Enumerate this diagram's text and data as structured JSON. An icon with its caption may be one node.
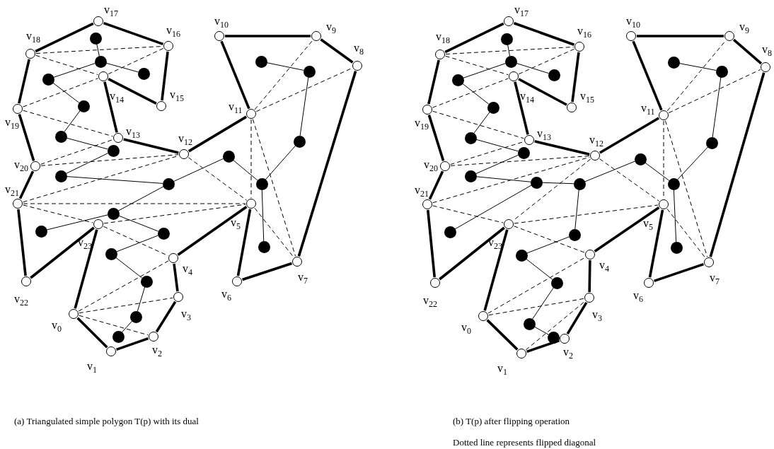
{
  "diagram": {
    "nodes": [
      {
        "text": [
          "v$_{0}$"
        ]
      },
      {
        "text": [
          "v$_{1}$"
        ]
      },
      {
        "text": [
          "v$_{2}$"
        ]
      },
      {
        "text": [
          "v$_{3}$"
        ]
      },
      {
        "text": [
          "v$_{4}$"
        ]
      },
      {
        "text": [
          "v$_{5}$"
        ]
      },
      {
        "text": [
          "v$_{6}$"
        ]
      },
      {
        "text": [
          "v$_{7}$"
        ]
      },
      {
        "text": [
          "v$_{8}$"
        ]
      },
      {
        "text": [
          "v$_{9}$"
        ]
      },
      {
        "text": [
          "v$_{10}$"
        ]
      },
      {
        "text": [
          "v$_{11}$"
        ]
      },
      {
        "text": [
          "v$_{12}$"
        ]
      },
      {
        "text": [
          "v$_{13}$"
        ]
      },
      {
        "text": [
          "v$_{14}$"
        ]
      },
      {
        "text": [
          "v$_{15}$"
        ]
      },
      {
        "text": [
          "v$_{16}$"
        ]
      },
      {
        "text": [
          "v$_{17}$"
        ]
      },
      {
        "text": [
          "v$_{18}$"
        ]
      },
      {
        "text": [
          "v$_{19}$"
        ]
      },
      {
        "text": [
          "v$_{20}$"
        ]
      },
      {
        "text": [
          "v$_{21}$"
        ]
      },
      {
        "text": [
          "v$_{22}$"
        ]
      },
      {
        "text": [
          "v$_{23}$"
        ]
      },
      {
        "text": [],
        "shape": "circle"
      },
      {
        "text": [],
        "shape": "circle"
      },
      {
        "text": [],
        "shape": "circle"
      },
      {
        "text": [],
        "shape": "circle"
      },
      {
        "text": [],
        "shape": "circle"
      },
      {
        "text": [],
        "shape": "circle"
      },
      {
        "text": [],
        "shape": "circle"
      },
      {
        "text": [],
        "shape": "circle"
      },
      {
        "text": [],
        "shape": "circle"
      },
      {
        "text": [],
        "shape": "circle"
      },
      {
        "text": [],
        "shape": "circle"
      },
      {
        "text": [],
        "shape": "circle"
      },
      {
        "text": [],
        "shape": "circle"
      },
      {
        "text": [],
        "shape": "circle"
      },
      {
        "text": [],
        "shape": "circle"
      },
      {
        "text": [],
        "shape": "circle"
      },
      {
        "text": [],
        "shape": "circle"
      },
      {
        "text": [],
        "shape": "circle"
      },
      {
        "text": [],
        "shape": "circle"
      },
      {
        "text": [],
        "shape": "circle"
      },
      {
        "text": [],
        "shape": "circle"
      },
      {
        "text": [],
        "shape": "circle"
      },
      {
        "text": [
          "v$_{0}$"
        ]
      },
      {
        "text": [
          "v$_{1}$"
        ]
      },
      {
        "text": [
          "v$_{2}$"
        ]
      },
      {
        "text": [
          "v$_{3}$"
        ]
      },
      {
        "text": [
          "v$_{4}$"
        ]
      },
      {
        "text": [
          "v$_{5}$"
        ]
      },
      {
        "text": [
          "v$_{6}$"
        ]
      },
      {
        "text": [
          "v$_{7}$"
        ]
      },
      {
        "text": [
          "v$_{8}$"
        ]
      },
      {
        "text": [
          "v$_{9}$"
        ]
      },
      {
        "text": [
          "v$_{10}$"
        ]
      },
      {
        "text": [
          "v$_{11}$"
        ]
      },
      {
        "text": [
          "v$_{12}$"
        ]
      },
      {
        "text": [
          "v$_{13}$"
        ]
      },
      {
        "text": [
          "v$_{14}$"
        ]
      },
      {
        "text": [
          "v$_{15}$"
        ]
      },
      {
        "text": [
          "v$_{16}$"
        ]
      },
      {
        "text": [
          "v$_{17}$"
        ]
      },
      {
        "text": [
          "v$_{18}$"
        ]
      },
      {
        "text": [
          "v$_{19}$"
        ]
      },
      {
        "text": [
          "v$_{20}$"
        ]
      },
      {
        "text": [
          "v$_{21}$"
        ]
      },
      {
        "text": [
          "v$_{22}$"
        ]
      },
      {
        "text": [
          "v$_{23}$"
        ]
      },
      {
        "text": [],
        "shape": "circle"
      },
      {
        "text": [],
        "shape": "circle"
      },
      {
        "text": [],
        "shape": "circle"
      },
      {
        "text": [],
        "shape": "circle"
      },
      {
        "text": [],
        "shape": "circle"
      },
      {
        "text": [],
        "shape": "circle"
      },
      {
        "text": [],
        "shape": "circle"
      },
      {
        "text": [],
        "shape": "circle"
      },
      {
        "text": [],
        "shape": "circle"
      },
      {
        "text": [],
        "shape": "circle"
      },
      {
        "text": [],
        "shape": "circle"
      },
      {
        "text": [],
        "shape": "circle"
      },
      {
        "text": [],
        "shape": "circle"
      },
      {
        "text": [],
        "shape": "circle"
      },
      {
        "text": [],
        "shape": "circle"
      },
      {
        "text": [],
        "shape": "circle"
      },
      {
        "text": [],
        "shape": "circle"
      },
      {
        "text": [],
        "shape": "circle"
      },
      {
        "text": [],
        "shape": "circle"
      },
      {
        "text": [],
        "shape": "circle"
      },
      {
        "text": [],
        "shape": "circle"
      },
      {
        "text": [],
        "shape": "circle"
      }
    ],
    "edges": [
      {
        "from": 0,
        "to": 1,
        "arrow": "none",
        "style": "thick"
      },
      {
        "from": 1,
        "to": 2,
        "arrow": "none",
        "style": "thick"
      },
      {
        "from": 2,
        "to": 3,
        "arrow": "none",
        "style": "thick"
      },
      {
        "from": 3,
        "to": 4,
        "arrow": "none",
        "style": "thick"
      },
      {
        "from": 4,
        "to": 5,
        "arrow": "none",
        "style": "thick"
      },
      {
        "from": 5,
        "to": 6,
        "arrow": "none",
        "style": "thick"
      },
      {
        "from": 6,
        "to": 7,
        "arrow": "none",
        "style": "thick"
      },
      {
        "from": 7,
        "to": 8,
        "arrow": "none",
        "style": "thick"
      },
      {
        "from": 8,
        "to": 9,
        "arrow": "none",
        "style": "thick"
      },
      {
        "from": 9,
        "to": 10,
        "arrow": "none",
        "style": "thick"
      },
      {
        "from": 10,
        "to": 11,
        "arrow": "none",
        "style": "thick"
      },
      {
        "from": 11,
        "to": 12,
        "arrow": "none",
        "style": "thick"
      },
      {
        "from": 12,
        "to": 13,
        "arrow": "none",
        "style": "thick"
      },
      {
        "from": 13,
        "to": 14,
        "arrow": "none",
        "style": "thick"
      },
      {
        "from": 14,
        "to": 15,
        "arrow": "none",
        "style": "thick"
      },
      {
        "from": 15,
        "to": 16,
        "arrow": "none",
        "style": "thick"
      },
      {
        "from": 16,
        "to": 17,
        "arrow": "none",
        "style": "thick"
      },
      {
        "from": 17,
        "to": 18,
        "arrow": "none",
        "style": "thick"
      },
      {
        "from": 18,
        "to": 19,
        "arrow": "none",
        "style": "thick"
      },
      {
        "from": 19,
        "to": 20,
        "arrow": "none",
        "style": "thick"
      },
      {
        "from": 20,
        "to": 21,
        "arrow": "none",
        "style": "thick"
      },
      {
        "from": 21,
        "to": 22,
        "arrow": "none",
        "style": "thick"
      },
      {
        "from": 22,
        "to": 23,
        "arrow": "none",
        "style": "thick"
      },
      {
        "from": 23,
        "to": 0,
        "arrow": "none",
        "style": "thick"
      },
      {
        "from": 18,
        "to": 16,
        "arrow": "none",
        "style": "dashed"
      },
      {
        "from": 18,
        "to": 14,
        "arrow": "none",
        "style": "dashed"
      },
      {
        "from": 16,
        "to": 14,
        "arrow": "none",
        "style": "dashed"
      },
      {
        "from": 19,
        "to": 14,
        "arrow": "none",
        "style": "dashed"
      },
      {
        "from": 19,
        "to": 13,
        "arrow": "none",
        "style": "dashed"
      },
      {
        "from": 20,
        "to": 13,
        "arrow": "none",
        "style": "dashed"
      },
      {
        "from": 20,
        "to": 12,
        "arrow": "none",
        "style": "dashed"
      },
      {
        "from": 21,
        "to": 12,
        "arrow": "none",
        "style": "dashed"
      },
      {
        "from": 21,
        "to": 5,
        "arrow": "none",
        "style": "dashed"
      },
      {
        "from": 12,
        "to": 5,
        "arrow": "none",
        "style": "dashed"
      },
      {
        "from": 11,
        "to": 5,
        "arrow": "none",
        "style": "dashed"
      },
      {
        "from": 11,
        "to": 7,
        "arrow": "none",
        "style": "dashed"
      },
      {
        "from": 11,
        "to": 8,
        "arrow": "none",
        "style": "dashed"
      },
      {
        "from": 11,
        "to": 9,
        "arrow": "none",
        "style": "dashed"
      },
      {
        "from": 5,
        "to": 7,
        "arrow": "none",
        "style": "dashed"
      },
      {
        "from": 21,
        "to": 23,
        "arrow": "none",
        "style": "dashed"
      },
      {
        "from": 23,
        "to": 5,
        "arrow": "none",
        "style": "dashed"
      },
      {
        "from": 23,
        "to": 4,
        "arrow": "none",
        "style": "dashed"
      },
      {
        "from": 0,
        "to": 4,
        "arrow": "none",
        "style": "dashed"
      },
      {
        "from": 0,
        "to": 3,
        "arrow": "none",
        "style": "dashed"
      },
      {
        "from": 0,
        "to": 2,
        "arrow": "none",
        "style": "dashed"
      },
      {
        "from": 24,
        "to": 25,
        "arrow": "none"
      },
      {
        "from": 25,
        "to": 28,
        "arrow": "none"
      },
      {
        "from": 25,
        "to": 29,
        "arrow": "none"
      },
      {
        "from": 29,
        "to": 30,
        "arrow": "none"
      },
      {
        "from": 30,
        "to": 31,
        "arrow": "none"
      },
      {
        "from": 31,
        "to": 33,
        "arrow": "none"
      },
      {
        "from": 33,
        "to": 35,
        "arrow": "none"
      },
      {
        "from": 35,
        "to": 36,
        "arrow": "none"
      },
      {
        "from": 36,
        "to": 34,
        "arrow": "none"
      },
      {
        "from": 34,
        "to": 37,
        "arrow": "none"
      },
      {
        "from": 37,
        "to": 32,
        "arrow": "none"
      },
      {
        "from": 32,
        "to": 27,
        "arrow": "none"
      },
      {
        "from": 27,
        "to": 26,
        "arrow": "none"
      },
      {
        "from": 37,
        "to": 41,
        "arrow": "none"
      },
      {
        "from": 36,
        "to": 38,
        "arrow": "none"
      },
      {
        "from": 38,
        "to": 39,
        "arrow": "none"
      },
      {
        "from": 38,
        "to": 40,
        "arrow": "none"
      },
      {
        "from": 40,
        "to": 42,
        "arrow": "none"
      },
      {
        "from": 42,
        "to": 43,
        "arrow": "none"
      },
      {
        "from": 43,
        "to": 44,
        "arrow": "none"
      },
      {
        "from": 44,
        "to": 45,
        "arrow": "none"
      },
      {
        "from": 46,
        "to": 47,
        "arrow": "none",
        "style": "thick"
      },
      {
        "from": 47,
        "to": 48,
        "arrow": "none",
        "style": "thick"
      },
      {
        "from": 48,
        "to": 49,
        "arrow": "none",
        "style": "thick"
      },
      {
        "from": 49,
        "to": 50,
        "arrow": "none",
        "style": "thick"
      },
      {
        "from": 50,
        "to": 51,
        "arrow": "none",
        "style": "thick"
      },
      {
        "from": 51,
        "to": 52,
        "arrow": "none",
        "style": "thick"
      },
      {
        "from": 52,
        "to": 53,
        "arrow": "none",
        "style": "thick"
      },
      {
        "from": 53,
        "to": 54,
        "arrow": "none",
        "style": "thick"
      },
      {
        "from": 54,
        "to": 55,
        "arrow": "none",
        "style": "thick"
      },
      {
        "from": 55,
        "to": 56,
        "arrow": "none",
        "style": "thick"
      },
      {
        "from": 56,
        "to": 57,
        "arrow": "none",
        "style": "thick"
      },
      {
        "from": 57,
        "to": 58,
        "arrow": "none",
        "style": "thick"
      },
      {
        "from": 58,
        "to": 59,
        "arrow": "none",
        "style": "thick"
      },
      {
        "from": 59,
        "to": 60,
        "arrow": "none",
        "style": "thick"
      },
      {
        "from": 60,
        "to": 61,
        "arrow": "none",
        "style": "thick"
      },
      {
        "from": 61,
        "to": 62,
        "arrow": "none",
        "style": "thick"
      },
      {
        "from": 62,
        "to": 63,
        "arrow": "none",
        "style": "thick"
      },
      {
        "from": 63,
        "to": 64,
        "arrow": "none",
        "style": "thick"
      },
      {
        "from": 64,
        "to": 65,
        "arrow": "none",
        "style": "thick"
      },
      {
        "from": 65,
        "to": 66,
        "arrow": "none",
        "style": "thick"
      },
      {
        "from": 66,
        "to": 67,
        "arrow": "none",
        "style": "thick"
      },
      {
        "from": 67,
        "to": 68,
        "arrow": "none",
        "style": "thick"
      },
      {
        "from": 68,
        "to": 69,
        "arrow": "none",
        "style": "thick"
      },
      {
        "from": 69,
        "to": 46,
        "arrow": "none",
        "style": "thick"
      },
      {
        "from": 64,
        "to": 62,
        "arrow": "none",
        "style": "dashed"
      },
      {
        "from": 64,
        "to": 60,
        "arrow": "none",
        "style": "dashed"
      },
      {
        "from": 62,
        "to": 60,
        "arrow": "none",
        "style": "dashed"
      },
      {
        "from": 65,
        "to": 60,
        "arrow": "none",
        "style": "dashed"
      },
      {
        "from": 65,
        "to": 59,
        "arrow": "none",
        "style": "dashed"
      },
      {
        "from": 66,
        "to": 59,
        "arrow": "none",
        "style": "dashed"
      },
      {
        "from": 66,
        "to": 58,
        "arrow": "none",
        "style": "dashed"
      },
      {
        "from": 67,
        "to": 58,
        "arrow": "none",
        "style": "dashed"
      },
      {
        "from": 58,
        "to": 69,
        "arrow": "none",
        "style": "dashed"
      },
      {
        "from": 58,
        "to": 51,
        "arrow": "none",
        "style": "dashed"
      },
      {
        "from": 57,
        "to": 51,
        "arrow": "none",
        "style": "dashed"
      },
      {
        "from": 57,
        "to": 53,
        "arrow": "none",
        "style": "dashed"
      },
      {
        "from": 57,
        "to": 54,
        "arrow": "none",
        "style": "dashed"
      },
      {
        "from": 57,
        "to": 55,
        "arrow": "none",
        "style": "dashed"
      },
      {
        "from": 51,
        "to": 53,
        "arrow": "none",
        "style": "dashed"
      },
      {
        "from": 67,
        "to": 69,
        "arrow": "none",
        "style": "dashed"
      },
      {
        "from": 69,
        "to": 51,
        "arrow": "none",
        "style": "dashed"
      },
      {
        "from": 69,
        "to": 50,
        "arrow": "none",
        "style": "dashed"
      },
      {
        "from": 46,
        "to": 50,
        "arrow": "none",
        "style": "dashed"
      },
      {
        "from": 46,
        "to": 49,
        "arrow": "none",
        "style": "dashed"
      },
      {
        "from": 47,
        "to": 49,
        "arrow": "none",
        "style": "dashed"
      },
      {
        "from": 70,
        "to": 71,
        "arrow": "none"
      },
      {
        "from": 71,
        "to": 74,
        "arrow": "none"
      },
      {
        "from": 71,
        "to": 75,
        "arrow": "none"
      },
      {
        "from": 75,
        "to": 76,
        "arrow": "none"
      },
      {
        "from": 76,
        "to": 77,
        "arrow": "none"
      },
      {
        "from": 77,
        "to": 79,
        "arrow": "none"
      },
      {
        "from": 79,
        "to": 81,
        "arrow": "none"
      },
      {
        "from": 81,
        "to": 82,
        "arrow": "none"
      },
      {
        "from": 82,
        "to": 85,
        "arrow": "none"
      },
      {
        "from": 82,
        "to": 83,
        "arrow": "none"
      },
      {
        "from": 83,
        "to": 80,
        "arrow": "none"
      },
      {
        "from": 83,
        "to": 86,
        "arrow": "none"
      },
      {
        "from": 86,
        "to": 88,
        "arrow": "none"
      },
      {
        "from": 88,
        "to": 89,
        "arrow": "none"
      },
      {
        "from": 89,
        "to": 90,
        "arrow": "none"
      },
      {
        "from": 90,
        "to": 91,
        "arrow": "none"
      },
      {
        "from": 80,
        "to": 84,
        "arrow": "none"
      },
      {
        "from": 84,
        "to": 78,
        "arrow": "none"
      },
      {
        "from": 78,
        "to": 73,
        "arrow": "none"
      },
      {
        "from": 73,
        "to": 72,
        "arrow": "none"
      },
      {
        "from": 84,
        "to": 87,
        "arrow": "none"
      }
    ],
    "labels": [
      "(a) Triangulated simple polygon T(p) with its dual",
      "(b) T(p) after flipping operation",
      "Dotted line represents flipped diagonal"
    ]
  }
}
